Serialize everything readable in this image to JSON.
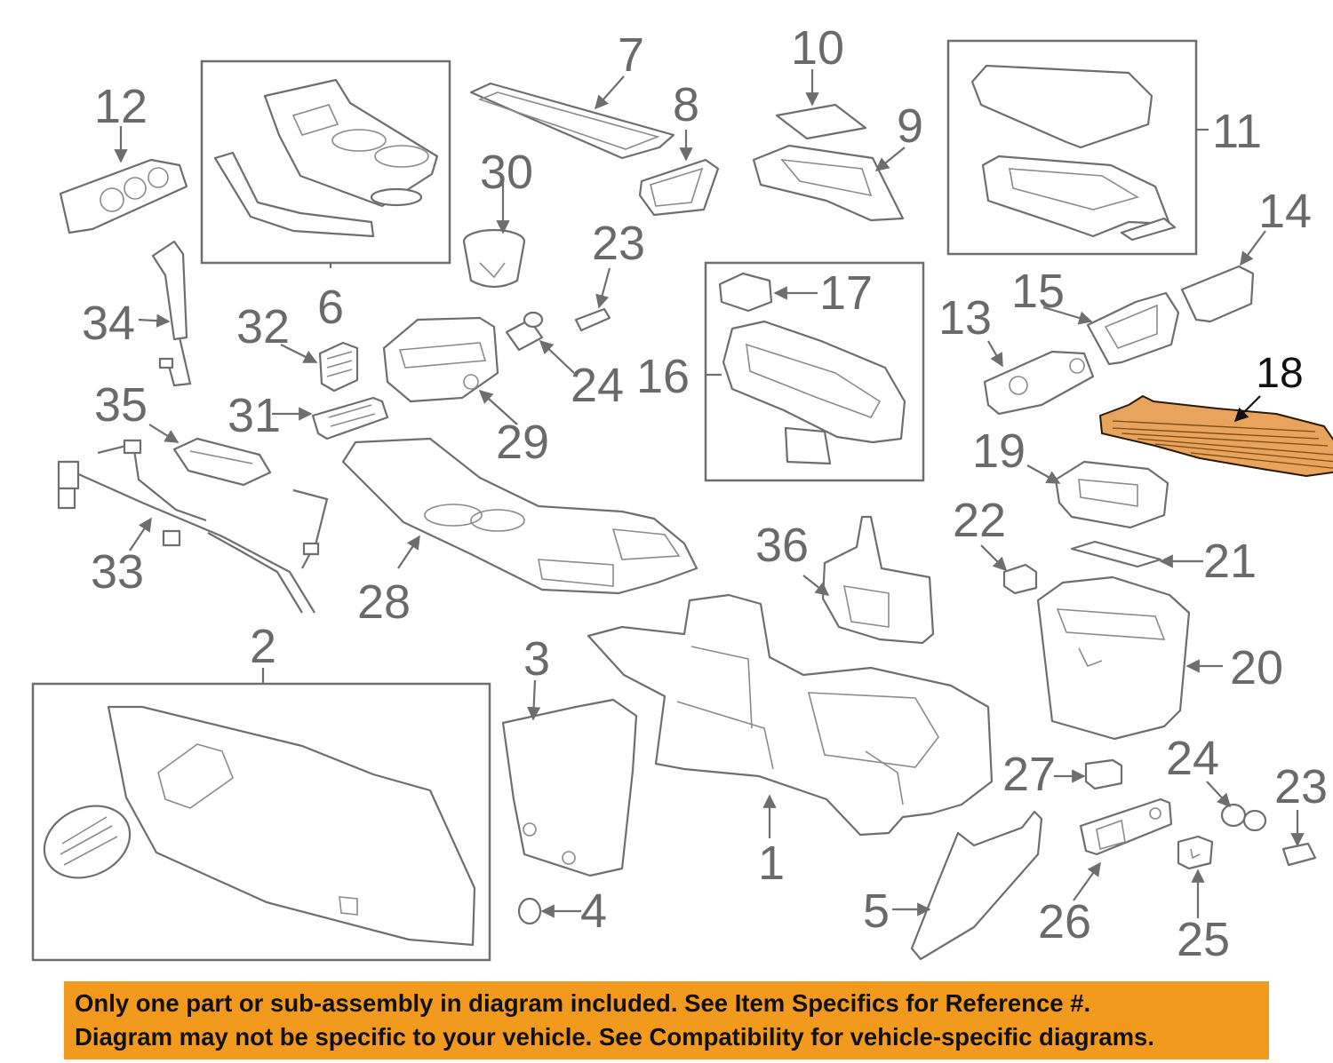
{
  "colors": {
    "line": "#6e6e6e",
    "highlight_fill": "#e8a35c",
    "highlight_callout": "#111111",
    "notice_background": "#f29a1d",
    "notice_text": "#111111"
  },
  "highlighted_part": "18",
  "callouts": [
    {
      "id": "1",
      "label": "1"
    },
    {
      "id": "2",
      "label": "2"
    },
    {
      "id": "3",
      "label": "3"
    },
    {
      "id": "4",
      "label": "4"
    },
    {
      "id": "5",
      "label": "5"
    },
    {
      "id": "6",
      "label": "6"
    },
    {
      "id": "7",
      "label": "7"
    },
    {
      "id": "8",
      "label": "8"
    },
    {
      "id": "9",
      "label": "9"
    },
    {
      "id": "10",
      "label": "10"
    },
    {
      "id": "11",
      "label": "11"
    },
    {
      "id": "12",
      "label": "12"
    },
    {
      "id": "13",
      "label": "13"
    },
    {
      "id": "14",
      "label": "14"
    },
    {
      "id": "15",
      "label": "15"
    },
    {
      "id": "16",
      "label": "16"
    },
    {
      "id": "17",
      "label": "17"
    },
    {
      "id": "18",
      "label": "18"
    },
    {
      "id": "19",
      "label": "19"
    },
    {
      "id": "20",
      "label": "20"
    },
    {
      "id": "21",
      "label": "21"
    },
    {
      "id": "22",
      "label": "22"
    },
    {
      "id": "23a",
      "label": "23"
    },
    {
      "id": "23b",
      "label": "23"
    },
    {
      "id": "24a",
      "label": "24"
    },
    {
      "id": "24b",
      "label": "24"
    },
    {
      "id": "25",
      "label": "25"
    },
    {
      "id": "26",
      "label": "26"
    },
    {
      "id": "27",
      "label": "27"
    },
    {
      "id": "28",
      "label": "28"
    },
    {
      "id": "29",
      "label": "29"
    },
    {
      "id": "30",
      "label": "30"
    },
    {
      "id": "31",
      "label": "31"
    },
    {
      "id": "32",
      "label": "32"
    },
    {
      "id": "33",
      "label": "33"
    },
    {
      "id": "34",
      "label": "34"
    },
    {
      "id": "35",
      "label": "35"
    },
    {
      "id": "36",
      "label": "36"
    }
  ],
  "notice": {
    "line1": "Only one part or sub-assembly in diagram included. See Item Specifics for Reference #.",
    "line2": "Diagram may not be specific to your vehicle. See Compatibility for vehicle-specific diagrams."
  }
}
